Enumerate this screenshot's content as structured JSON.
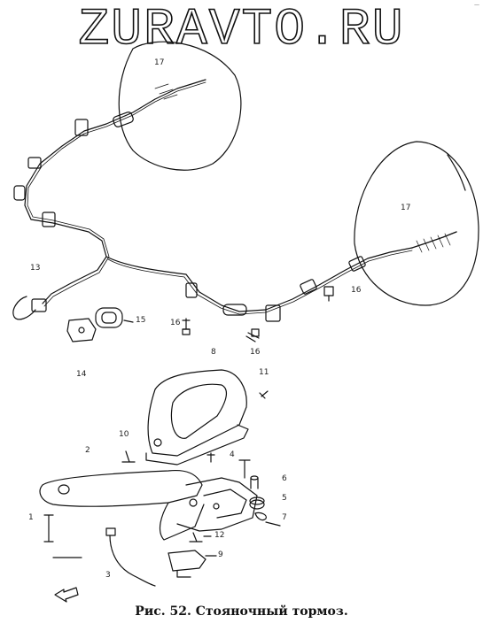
{
  "watermark": "ZURAVTO.RU",
  "caption": "Рис. 52. Стояночный тормоз.",
  "corner_mark": "—",
  "part_labels": {
    "l17a": "17",
    "l17b": "17",
    "l13": "13",
    "l15": "15",
    "l14": "14",
    "l16a": "16",
    "l16b": "16",
    "l16c": "16",
    "l8": "8",
    "l11": "11",
    "l10": "10",
    "l2": "2",
    "l4": "4",
    "l6": "6",
    "l5": "5",
    "l7": "7",
    "l1": "1",
    "l12": "12",
    "l9": "9",
    "l3": "3"
  },
  "colors": {
    "ink": "#111111",
    "paper": "#ffffff"
  }
}
